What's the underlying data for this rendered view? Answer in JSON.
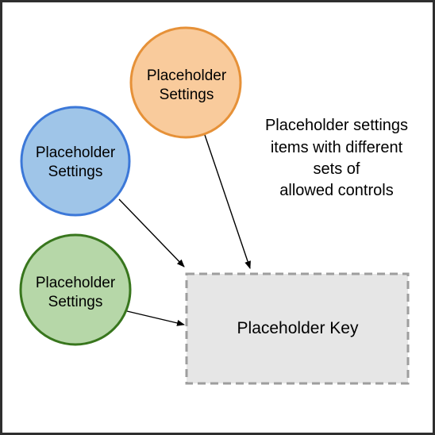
{
  "diagram": {
    "nodes": {
      "orange": {
        "lines": [
          "Placeholder",
          "Settings"
        ],
        "fill": "#f9cb9c",
        "stroke": "#e69138"
      },
      "blue": {
        "lines": [
          "Placeholder",
          "Settings"
        ],
        "fill": "#9fc5e8",
        "stroke": "#3c78d8"
      },
      "green": {
        "lines": [
          "Placeholder",
          "Settings"
        ],
        "fill": "#b6d7a8",
        "stroke": "#38761d"
      },
      "key": {
        "label": "Placeholder Key",
        "fill": "#e6e6e6",
        "stroke": "#9e9e9e"
      }
    },
    "annotation": {
      "lines": [
        "Placeholder settings",
        "items with different",
        "sets of",
        "allowed controls"
      ]
    },
    "edges": [
      {
        "from": "orange",
        "to": "key"
      },
      {
        "from": "blue",
        "to": "key"
      },
      {
        "from": "green",
        "to": "key"
      }
    ],
    "colors": {
      "frame": "#2f2f2f",
      "arrow": "#000000"
    }
  }
}
